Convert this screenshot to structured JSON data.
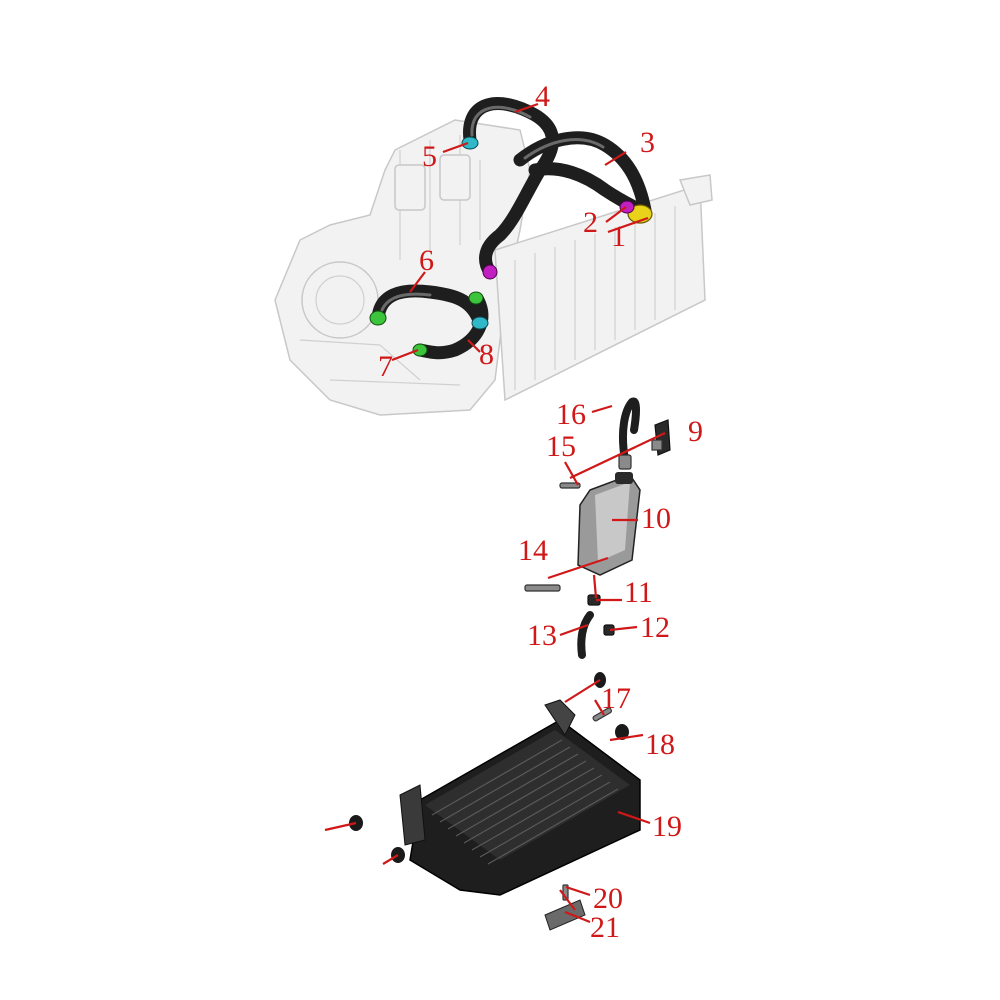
{
  "callouts": [
    "1",
    "2",
    "3",
    "4",
    "5",
    "6",
    "7",
    "8",
    "9",
    "10",
    "11",
    "12",
    "13",
    "14",
    "15",
    "16",
    "17",
    "18",
    "19",
    "20",
    "21"
  ],
  "colors": {
    "callout": "#d01818",
    "hose": "#1e1e1e",
    "clamp_yellow": "#e8d21a",
    "clamp_magenta": "#c020c0",
    "clamp_cyan": "#30b8c8",
    "clamp_green": "#3cc43c",
    "ghost_engine": "#f2f2f2"
  }
}
